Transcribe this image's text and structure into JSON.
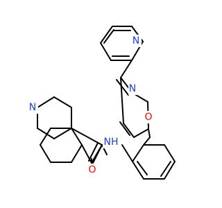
{
  "diagram": {
    "type": "chemical-structure",
    "atom_labels": [
      {
        "id": "n_pyridyl_top",
        "text": "N",
        "element": "N"
      },
      {
        "id": "n_oxadiazole",
        "text": "N",
        "element": "N"
      },
      {
        "id": "o_oxadiazole",
        "text": "O",
        "element": "O"
      },
      {
        "id": "n_pyridine_left",
        "text": "N",
        "element": "N"
      },
      {
        "id": "nh_amide",
        "text": "NH",
        "element": "N"
      },
      {
        "id": "o_carbonyl",
        "text": "O",
        "element": "O"
      }
    ]
  },
  "colors": {
    "nitrogen": "#1a3fe0",
    "oxygen": "#ff0000",
    "bond": "#000000",
    "background": "#ffffff"
  }
}
